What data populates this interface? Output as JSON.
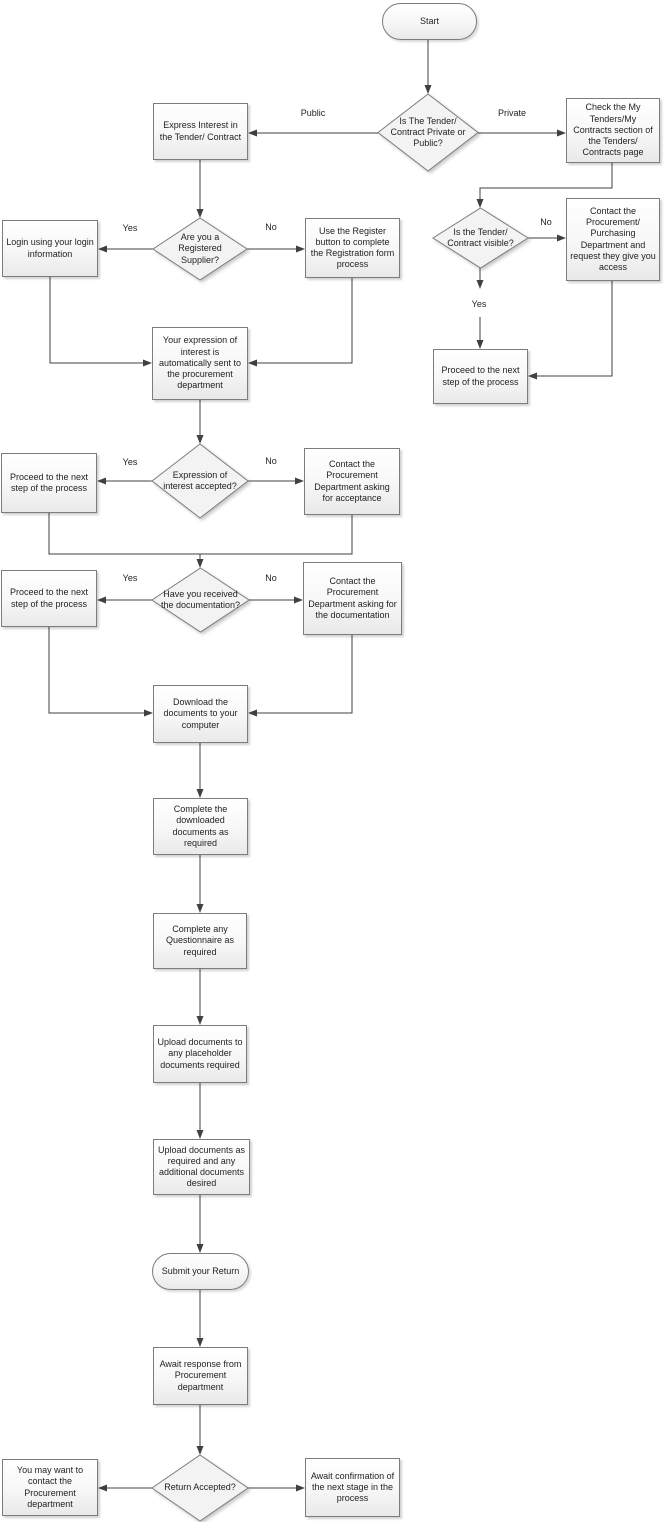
{
  "flowchart": {
    "nodes": {
      "start": "Start",
      "tender_private_or_public": "Is The Tender/ Contract Private or Public?",
      "express_interest": "Express Interest in the Tender/ Contract",
      "check_my_tenders": "Check the My Tenders/My Contracts section of the Tenders/ Contracts page",
      "registered_supplier": "Are you a Registered Supplier?",
      "login": "Login using your login information",
      "use_register_button": "Use the Register button to complete the Registration form process",
      "expression_sent": "Your expression of interest is automatically sent to the procurement department",
      "tender_visible": "Is the Tender/ Contract visible?",
      "contact_request_access": "Contact the Procurement/ Purchasing Department and request they give you access",
      "proceed_next_step": "Proceed to the next step of the process",
      "expression_accepted": "Expression of interest accepted?",
      "contact_asking_acceptance": "Contact the Procurement Department asking for acceptance",
      "received_documentation": "Have you received the documentation?",
      "contact_asking_documentation": "Contact the Procurement Department asking for the documentation",
      "download_documents": "Download the documents to your computer",
      "complete_downloaded": "Complete the downloaded documents as required",
      "complete_questionnaire": "Complete any Questionnaire as required",
      "upload_placeholder": "Upload documents to any placeholder documents required",
      "upload_additional": "Upload documents as required and any additional documents desired",
      "submit_return": "Submit your Return",
      "await_response": "Await response from Procurement department",
      "return_accepted": "Return Accepted?",
      "contact_procurement": "You may want to contact the Procurement department",
      "await_confirmation": "Await confirmation of the next stage in the process"
    },
    "edge_labels": {
      "public": "Public",
      "private": "Private",
      "yes": "Yes",
      "no": "No"
    },
    "colors": {
      "shape_border": "#7c7c7c",
      "connector": "#404040",
      "shape_fill": "#f3f3f3",
      "text": "#1f1f1f"
    }
  }
}
